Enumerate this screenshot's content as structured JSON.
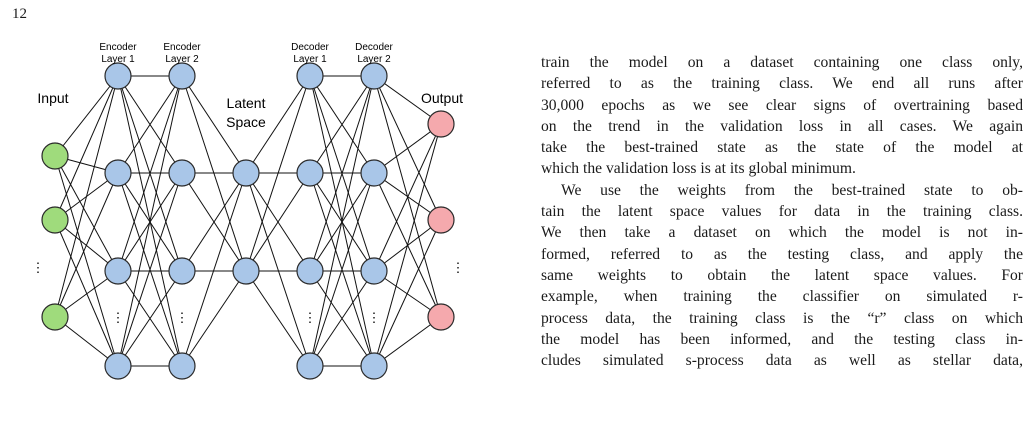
{
  "page": {
    "number": "12"
  },
  "figure": {
    "labels": {
      "input": "Input",
      "output": "Output",
      "latent_line1": "Latent",
      "latent_line2": "Space",
      "enc1_line1": "Encoder",
      "enc1_line2": "Layer 1",
      "enc2_line1": "Encoder",
      "enc2_line2": "Layer 2",
      "dec1_line1": "Decoder",
      "dec1_line2": "Layer 1",
      "dec2_line1": "Decoder",
      "dec2_line2": "Layer 2",
      "ellipsis": "⋮"
    },
    "colors": {
      "input_node": "#9fdb7c",
      "hidden_node": "#a9c6e8",
      "output_node": "#f5a9ad",
      "edge": "#111111"
    }
  },
  "text": {
    "paragraph1_lines": [
      "train the model on a dataset containing one class only,",
      "referred to as the training class. We end all runs after",
      "30,000 epochs as we see clear signs of overtraining based",
      "on the trend in the validation loss in all cases. We again",
      "take the best-trained state as the state of the model at",
      "which the validation loss is at its global minimum."
    ],
    "paragraph2_lines": [
      "We use the weights from the best-trained state to ob-",
      "tain the latent space values for data in the training class.",
      "We then take a dataset on which the model is not in-",
      "formed, referred to as the testing class, and apply the",
      "same weights to obtain the latent space values. For",
      "example, when training the classifier on simulated r-",
      "process data, the training class is the “r” class on which",
      "the model has been informed, and the testing class in-",
      "cludes simulated s-process data as well as stellar data,"
    ]
  }
}
